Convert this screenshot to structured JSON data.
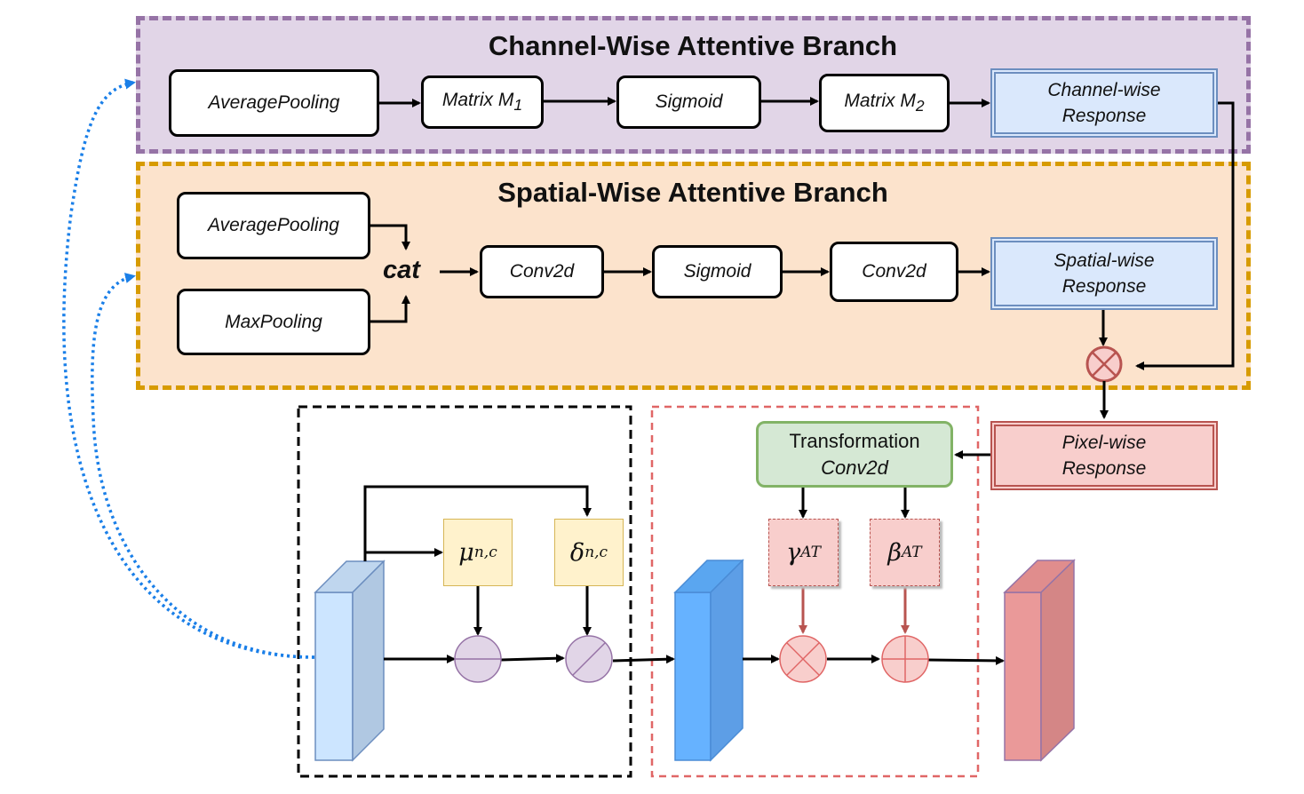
{
  "channel_branch": {
    "title": "Channel-Wise Attentive Branch",
    "nodes": {
      "avgpool": "AveragePooling",
      "m1_text": "Matrix M",
      "m1_sub": "1",
      "sigmoid": "Sigmoid",
      "m2_text": "Matrix M",
      "m2_sub": "2"
    },
    "response": [
      "Channel-wise",
      "Response"
    ]
  },
  "spatial_branch": {
    "title": "Spatial-Wise Attentive Branch",
    "nodes": {
      "avgpool": "AveragePooling",
      "maxpool": "MaxPooling",
      "cat": "cat",
      "conv1": "Conv2d",
      "sigmoid": "Sigmoid",
      "conv2": "Conv2d"
    },
    "response": [
      "Spatial-wise",
      "Response"
    ]
  },
  "pixel_response": [
    "Pixel-wise",
    "Response"
  ],
  "transformation": [
    "Transformation",
    "Conv2d"
  ],
  "stats": {
    "mu_sym": "μ",
    "mu_sub": "n,c",
    "delta_sym": "δ",
    "delta_sub": "n,c"
  },
  "params": {
    "gamma_sym": "γ",
    "gamma_sub": "AT",
    "beta_sym": "β",
    "beta_sub": "AT"
  },
  "colors": {
    "purple_border": "#9673a6",
    "orange_border": "#d79b00",
    "blue_link": "#1a7fe8",
    "red_arrow": "#b85450",
    "input_cube": "#cce5ff",
    "normalized_cube": "#66b2ff",
    "output_cube": "#ea9999"
  },
  "icons": [
    "multiply-operator-icon",
    "add-operator-icon",
    "subtract-operator-icon",
    "divide-operator-icon"
  ]
}
